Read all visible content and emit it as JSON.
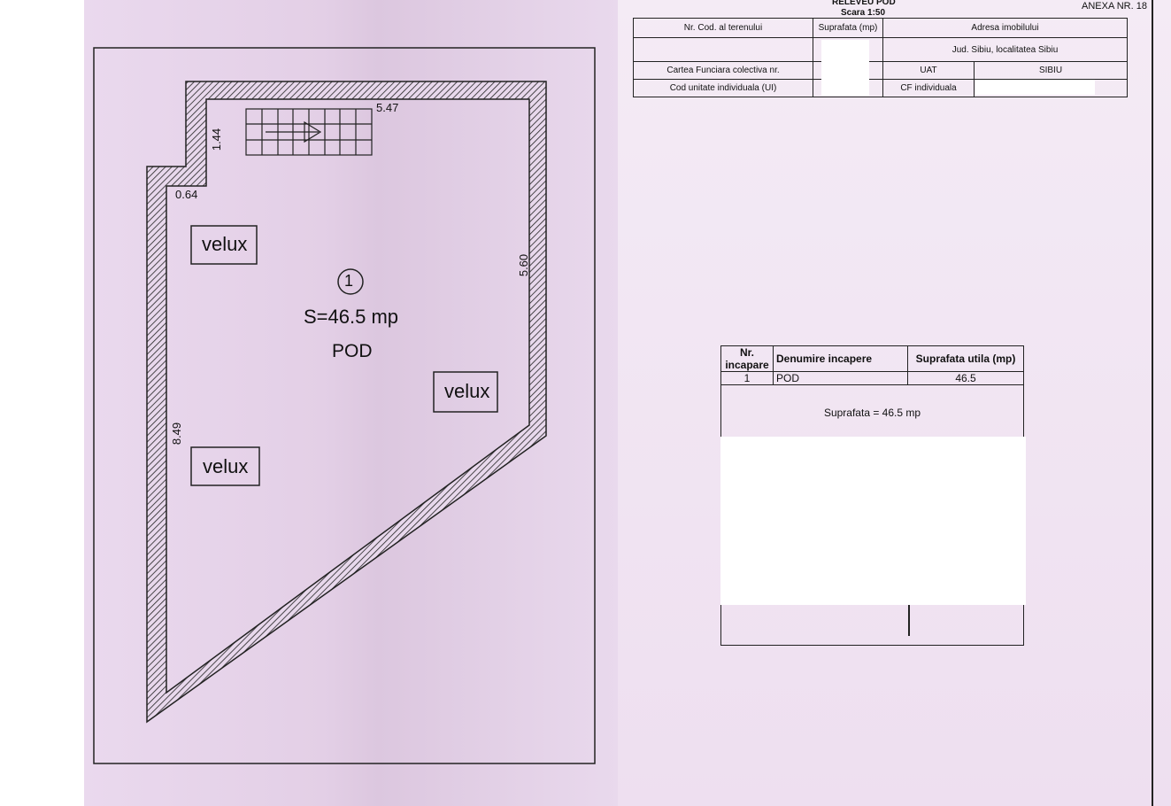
{
  "plan": {
    "dimensions": [
      "5.47",
      "1.44",
      "0.64",
      "5.60",
      "8.49"
    ],
    "velux_label": "velux",
    "room_number": "1",
    "room_area": "S=46.5 mp",
    "room_name": "POD"
  },
  "header": {
    "title": "RELEVEU POD",
    "scale": "Scara 1:50",
    "annex": "ANEXA NR. 18",
    "col_cod_teren": "Nr. Cod. al terenului",
    "col_suprafata": "Suprafata (mp)",
    "col_adresa": "Adresa imobilului",
    "adresa_value": "Jud. Sibiu, localitatea Sibiu",
    "carte_funciara": "Cartea Funciara colectiva nr.",
    "uat_label": "UAT",
    "uat_value": "SIBIU",
    "cod_ui": "Cod unitate individuala (UI)",
    "cf_individuala": "CF individuala"
  },
  "rooms_table": {
    "headers": [
      "Nr. incapare",
      "Denumire incapere",
      "Suprafata utila (mp)"
    ],
    "rows": [
      [
        "1",
        "POD",
        "46.5"
      ]
    ],
    "total": "Suprafata = 46.5 mp"
  }
}
